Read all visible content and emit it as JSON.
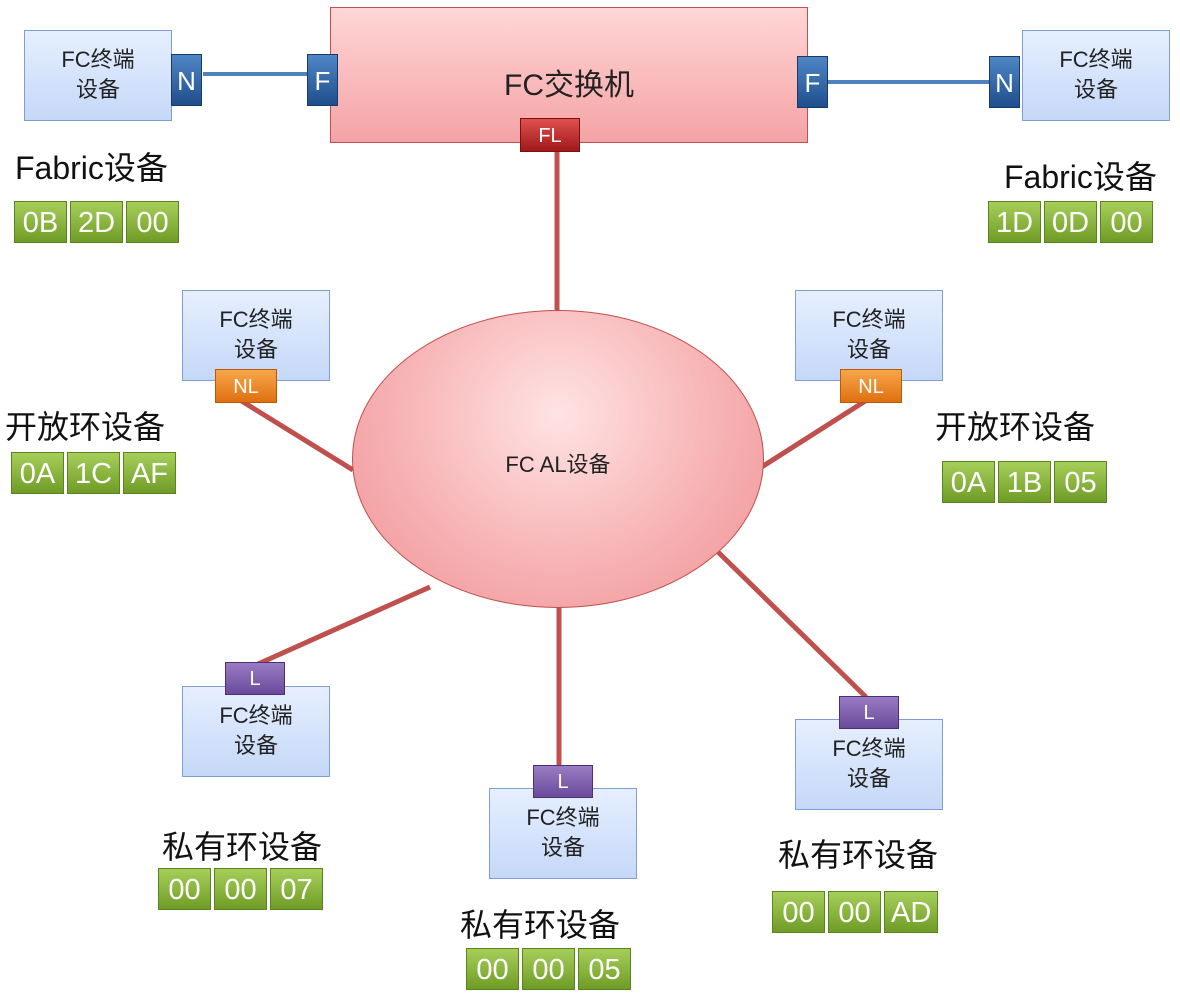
{
  "switch": {
    "title": "FC交换机",
    "port_fl": "FL",
    "port_f_left": "F",
    "port_f_right": "F"
  },
  "ring": {
    "label": "FC AL设备"
  },
  "device_label_line1": "FC终端",
  "device_label_line2": "设备",
  "fabric_left": {
    "port": "N",
    "type": "Fabric设备",
    "address": [
      "0B",
      "2D",
      "00"
    ]
  },
  "fabric_right": {
    "port": "N",
    "type": "Fabric设备",
    "address": [
      "1D",
      "0D",
      "00"
    ]
  },
  "open_left": {
    "port": "NL",
    "type": "开放环设备",
    "address": [
      "0A",
      "1C",
      "AF"
    ]
  },
  "open_right": {
    "port": "NL",
    "type": "开放环设备",
    "address": [
      "0A",
      "1B",
      "05"
    ]
  },
  "private_left": {
    "port": "L",
    "type": "私有环设备",
    "address": [
      "00",
      "00",
      "07"
    ]
  },
  "private_center": {
    "port": "L",
    "type": "私有环设备",
    "address": [
      "00",
      "00",
      "05"
    ]
  },
  "private_right": {
    "port": "L",
    "type": "私有环设备",
    "address": [
      "00",
      "00",
      "AD"
    ]
  },
  "colors": {
    "switch_fill": "#f4a3a5",
    "ring_fill": "#f7b3b5",
    "device_fill": "#c5d8f8",
    "port_n_f": "#1f4e8c",
    "port_fl": "#a01818",
    "port_nl": "#e07010",
    "port_l": "#6a4a9c",
    "address_cell": "#7fae34",
    "fabric_link": "#4f81bd",
    "loop_link": "#c0504d"
  }
}
